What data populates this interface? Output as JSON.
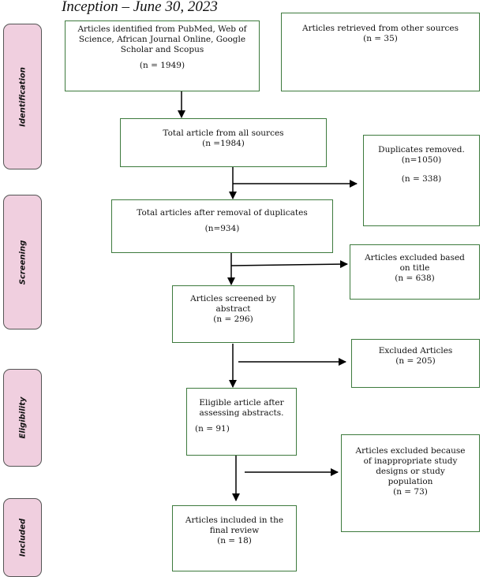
{
  "title": "Inception – June 30, 2023",
  "phases": [
    {
      "id": "identification",
      "label": "Identification"
    },
    {
      "id": "screening",
      "label": "Screening"
    },
    {
      "id": "eligibility",
      "label": "Eligibility"
    },
    {
      "id": "included",
      "label": "Included"
    }
  ],
  "boxes": {
    "identified": {
      "lines": [
        "Articles identified from PubMed, Web of",
        "Science, African Journal Online, Google",
        "Scholar and Scopus"
      ],
      "count": "(n = 1949)"
    },
    "other_sources": {
      "lines": [
        "Articles retrieved from other sources"
      ],
      "count": "(n = 35)"
    },
    "total": {
      "lines": [
        "Total article from all sources"
      ],
      "count": "(n =1984)"
    },
    "duplicates": {
      "lines": [
        "Duplicates removed."
      ],
      "count": "(n=1050)",
      "count2": "(n = 338)"
    },
    "after_dup": {
      "lines": [
        "Total articles after removal of duplicates"
      ],
      "count": "(n=934)"
    },
    "excluded_title": {
      "lines": [
        "Articles excluded based",
        "on title"
      ],
      "count": "(n = 638)"
    },
    "screened": {
      "lines": [
        "Articles screened by",
        "abstract"
      ],
      "count": "(n = 296)"
    },
    "excluded": {
      "lines": [
        "Excluded Articles"
      ],
      "count": "(n = 205)"
    },
    "eligible": {
      "lines": [
        "Eligible article after",
        "assessing abstracts."
      ],
      "count": "(n = 91)"
    },
    "excluded_design": {
      "lines": [
        "Articles excluded because",
        "of inappropriate study",
        "designs or study",
        "population"
      ],
      "count": "(n = 73)"
    },
    "included_final": {
      "lines": [
        "Articles included in the",
        "final review"
      ],
      "count": "(n = 18)"
    }
  }
}
